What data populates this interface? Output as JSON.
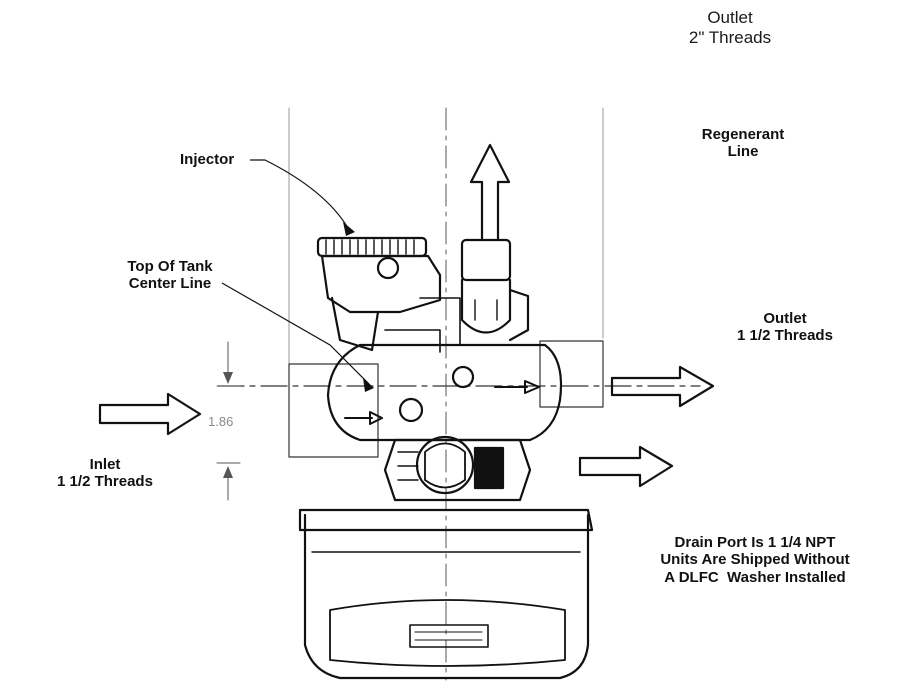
{
  "labels": {
    "outlet_top_line1": "Outlet",
    "outlet_top_line2": "2\" Threads",
    "regenerant_line1": "Regenerant",
    "regenerant_line2": "Line",
    "injector": "Injector",
    "top_of_tank_line1": "Top Of Tank",
    "top_of_tank_line2": "Center Line",
    "outlet_side_line1": "Outlet",
    "outlet_side_line2": "1 1/2 Threads",
    "inlet_line1": "Inlet",
    "inlet_line2": "1 1/2 Threads",
    "dimension": "1.86",
    "drain_line1": "Drain Port Is 1 1/4 NPT",
    "drain_line2": "Units Are Shipped Without",
    "drain_line3": "A DLFC  Washer Installed"
  }
}
